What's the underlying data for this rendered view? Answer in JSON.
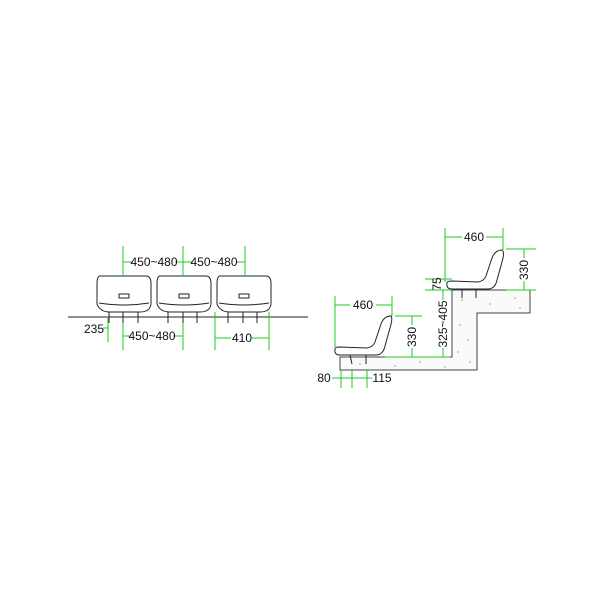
{
  "front_view": {
    "seat_spacing_top_1": "450~480",
    "seat_spacing_top_2": "450~480",
    "seat_spacing_bottom": "450~480",
    "leg_offset": "235",
    "seat_width": "410"
  },
  "side_view": {
    "upper_seat_depth": "460",
    "upper_seat_height": "330",
    "upper_seat_base": "75",
    "step_rise": "325~405",
    "lower_seat_depth": "460",
    "lower_seat_height": "330",
    "edge_offset": "80",
    "mount_offset": "115"
  },
  "colors": {
    "dimension": "#22cc22",
    "line": "#222222"
  }
}
